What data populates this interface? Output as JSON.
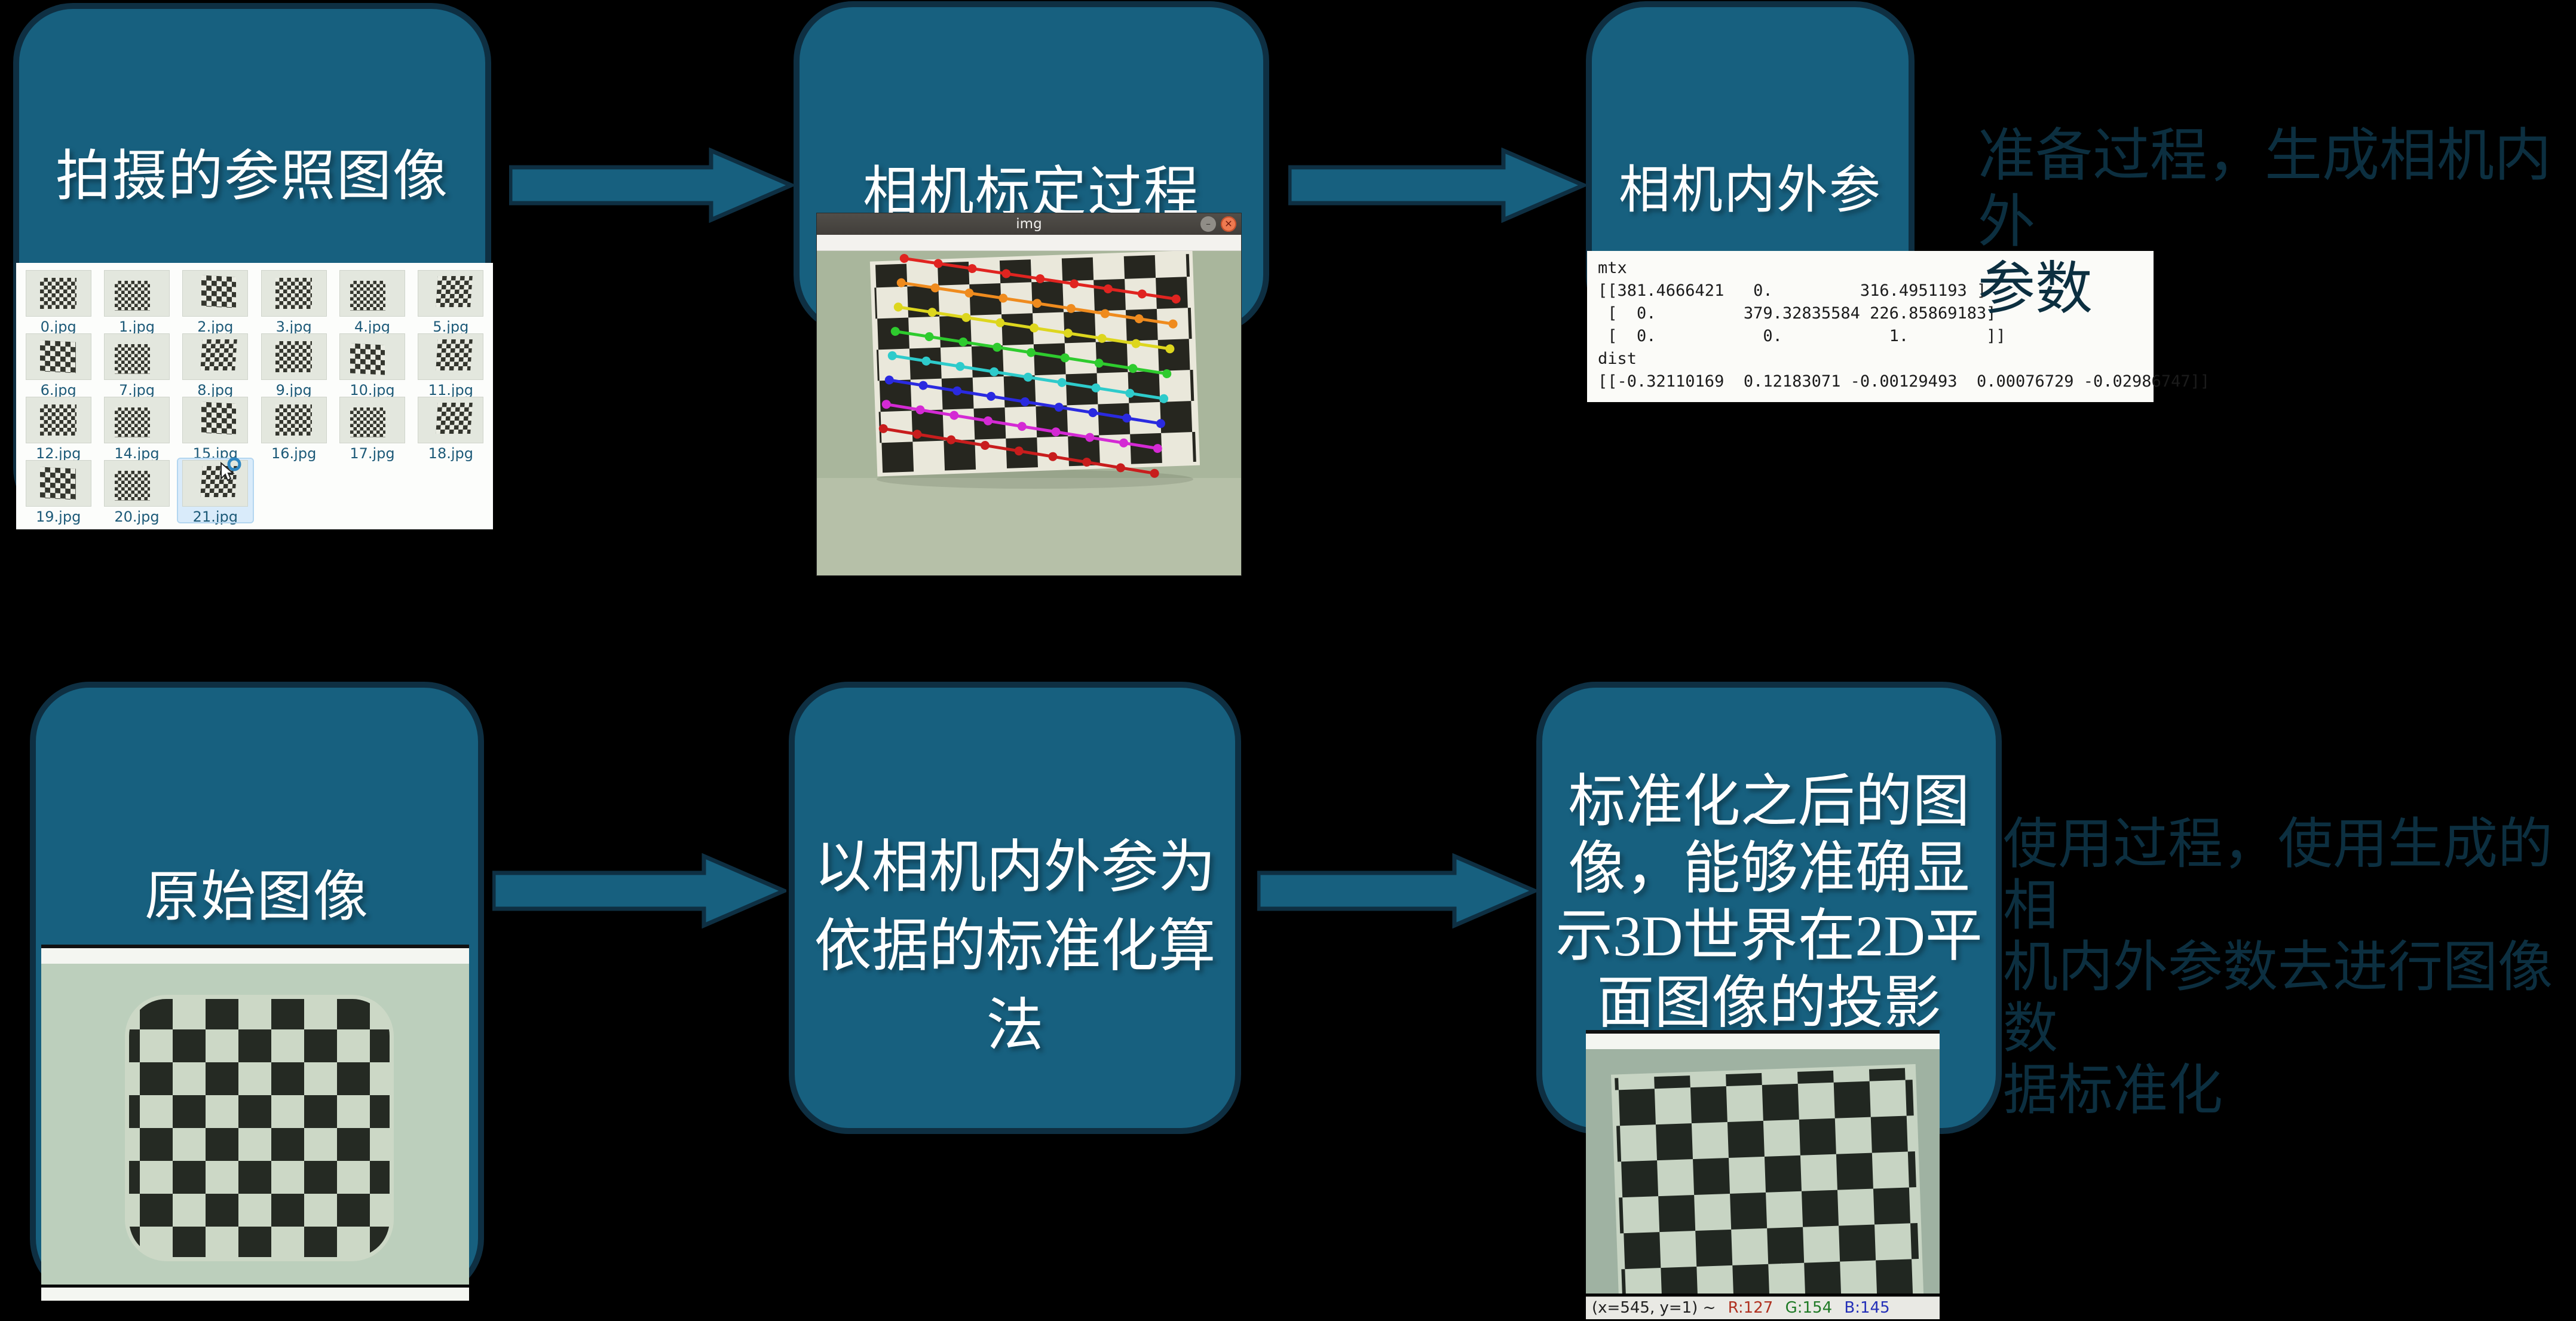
{
  "colors": {
    "box_fill": "#17607f",
    "box_border": "#0e2f42",
    "background": "#000000",
    "ghost_text": "#0c2f40",
    "selected_thumb": "#d9ebfa",
    "close_button": "#ee7a50"
  },
  "top_row": {
    "box1": {
      "title": "拍摄的参照图像"
    },
    "thumbnails": {
      "files": [
        {
          "name": "0.jpg"
        },
        {
          "name": "1.jpg"
        },
        {
          "name": "2.jpg"
        },
        {
          "name": "3.jpg"
        },
        {
          "name": "4.jpg"
        },
        {
          "name": "5.jpg"
        },
        {
          "name": "6.jpg"
        },
        {
          "name": "7.jpg"
        },
        {
          "name": "8.jpg"
        },
        {
          "name": "9.jpg"
        },
        {
          "name": "10.jpg"
        },
        {
          "name": "11.jpg"
        },
        {
          "name": "12.jpg"
        },
        {
          "name": "14.jpg"
        },
        {
          "name": "15.jpg"
        },
        {
          "name": "16.jpg"
        },
        {
          "name": "17.jpg"
        },
        {
          "name": "18.jpg"
        },
        {
          "name": "19.jpg"
        },
        {
          "name": "20.jpg"
        },
        {
          "name": "21.jpg",
          "selected": true
        }
      ]
    },
    "box2": {
      "title": "相机标定过程"
    },
    "img_window": {
      "title": "img",
      "minimize_label": "–",
      "close_label": "✕"
    },
    "box3": {
      "title": "相机内外参"
    },
    "params_panel": {
      "lines": [
        "mtx",
        "[[381.4666421   0.         316.4951193 ]",
        " [  0.         379.32835584 226.85869183]",
        " [  0.           0.           1.        ]]",
        "dist",
        "[[-0.32110169  0.12183071 -0.00129493  0.00076729 -0.02986747]]"
      ]
    },
    "note": {
      "line1": "准备过程，生成相机内外",
      "line2": "参数"
    }
  },
  "bottom_row": {
    "box4": {
      "title": "原始图像"
    },
    "box5": {
      "line1": "以相机内外参为",
      "line2": "依据的标准化算",
      "line3": "法"
    },
    "box6": {
      "line1": "标准化之后的图",
      "line2": "像，能够准确显",
      "line3": "示3D世界在2D平",
      "line4": "面图像的投影"
    },
    "status_bar": {
      "coords": "(x=545, y=1) ~",
      "r": "R:127",
      "g": "G:154",
      "b": "B:145"
    },
    "note": {
      "line1": "使用过程，使用生成的相",
      "line2": "机内外参数去进行图像数",
      "line3": "据标准化"
    }
  }
}
